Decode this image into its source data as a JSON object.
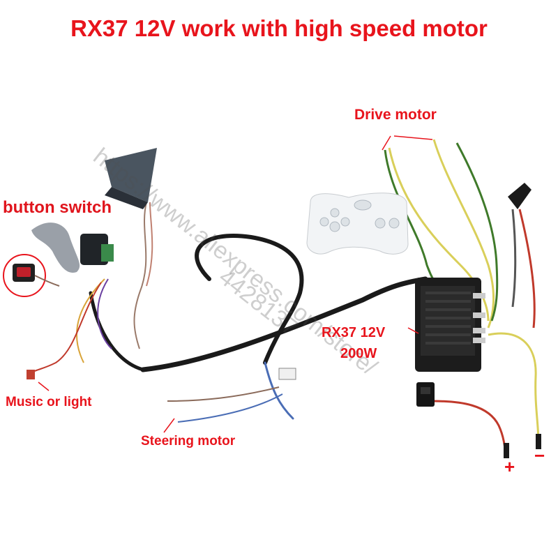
{
  "title": "RX37 12V work with high speed  motor",
  "labels": {
    "drive_motor": "Drive motor",
    "button_switch": "button switch",
    "music_or_light": "Music or light",
    "steering_motor": "Steering motor",
    "controller_model": "RX37 12V",
    "controller_power": "200W",
    "positive_terminal": "+",
    "negative_terminal": "−"
  },
  "watermark": {
    "line1": "https://www.aliexpress.com/store/",
    "line2": "4428137"
  },
  "colors": {
    "label_red": "#e8141c",
    "wire_yellow": "#d9cf5a",
    "wire_green": "#3f7a2a",
    "wire_red": "#c0392b",
    "harness_black": "#1a1a1a",
    "remote_white": "#f2f4f6"
  }
}
